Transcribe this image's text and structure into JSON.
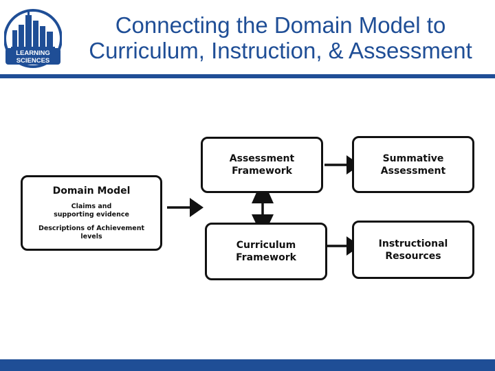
{
  "logo": {
    "line1": "LEARNING",
    "line2": "SCIENCES",
    "colors": {
      "blue": "#1f4e96",
      "white": "#ffffff"
    }
  },
  "title": {
    "line1": "Connecting the Domain Model to",
    "line2": "Curriculum, Instruction, & Assessment"
  },
  "diagram": {
    "domain_model": {
      "title": "Domain Model",
      "detail1_line1": "Claims and",
      "detail1_line2": "supporting evidence",
      "detail2_line1": "Descriptions of Achievement",
      "detail2_line2": "levels"
    },
    "assessment_framework": {
      "line1": "Assessment",
      "line2": "Framework"
    },
    "curriculum_framework": {
      "line1": "Curriculum",
      "line2": "Framework"
    },
    "summative_assessment": {
      "line1": "Summative",
      "line2": "Assessment"
    },
    "instructional_resources": {
      "line1": "Instructional",
      "line2": "Resources"
    }
  },
  "theme": {
    "accent": "#1f4e96",
    "ink": "#111111"
  }
}
